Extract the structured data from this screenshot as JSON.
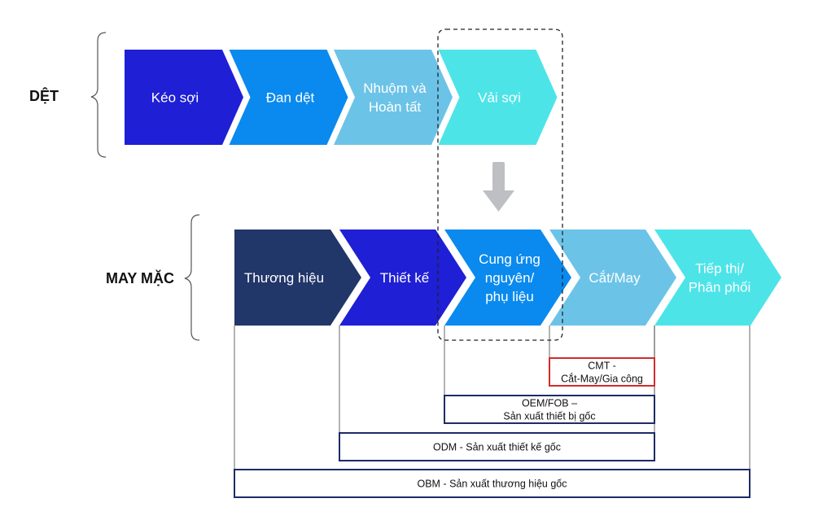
{
  "groups": {
    "textile": {
      "label": "DỆT",
      "steps": [
        {
          "lines": [
            "Kéo sợi"
          ],
          "color": "#1f1fd6"
        },
        {
          "lines": [
            "Đan dệt"
          ],
          "color": "#0a8aee"
        },
        {
          "lines": [
            "Nhuộm và",
            "Hoàn tất"
          ],
          "color": "#6cc3e8"
        },
        {
          "lines": [
            "Vải sợi"
          ],
          "color": "#4de4e8"
        }
      ]
    },
    "garment": {
      "label": "MAY MẶC",
      "steps": [
        {
          "lines": [
            "Thương hiệu"
          ],
          "color": "#213669"
        },
        {
          "lines": [
            "Thiết kế"
          ],
          "color": "#1f1fd6"
        },
        {
          "lines": [
            "Cung ứng",
            "nguyên/",
            "phụ liệu"
          ],
          "color": "#0a8aee"
        },
        {
          "lines": [
            "Cắt/May"
          ],
          "color": "#6cc3e8"
        },
        {
          "lines": [
            "Tiếp thị/",
            "Phân phối"
          ],
          "color": "#4de4e8"
        }
      ]
    }
  },
  "arrow": {
    "icon": "arrow-down-icon",
    "color": "#bdbfc2"
  },
  "highlight": {
    "style": "dashed",
    "color": "#222222"
  },
  "models": [
    {
      "code": "cmt",
      "lines": [
        "CMT -",
        "Cắt-May/Gia công"
      ],
      "border": "#d22b2b",
      "span": [
        3,
        3
      ]
    },
    {
      "code": "oem",
      "lines": [
        "OEM/FOB –",
        "Sản xuất thiết bị gốc"
      ],
      "border": "#1d2b66",
      "span": [
        2,
        3
      ]
    },
    {
      "code": "odm",
      "lines": [
        "ODM - Sản xuất thiết kế gốc"
      ],
      "border": "#1d2b66",
      "span": [
        1,
        3
      ]
    },
    {
      "code": "obm",
      "lines": [
        "OBM - Sản xuất thương hiệu gốc"
      ],
      "border": "#1d2b66",
      "span": [
        0,
        4
      ]
    }
  ]
}
